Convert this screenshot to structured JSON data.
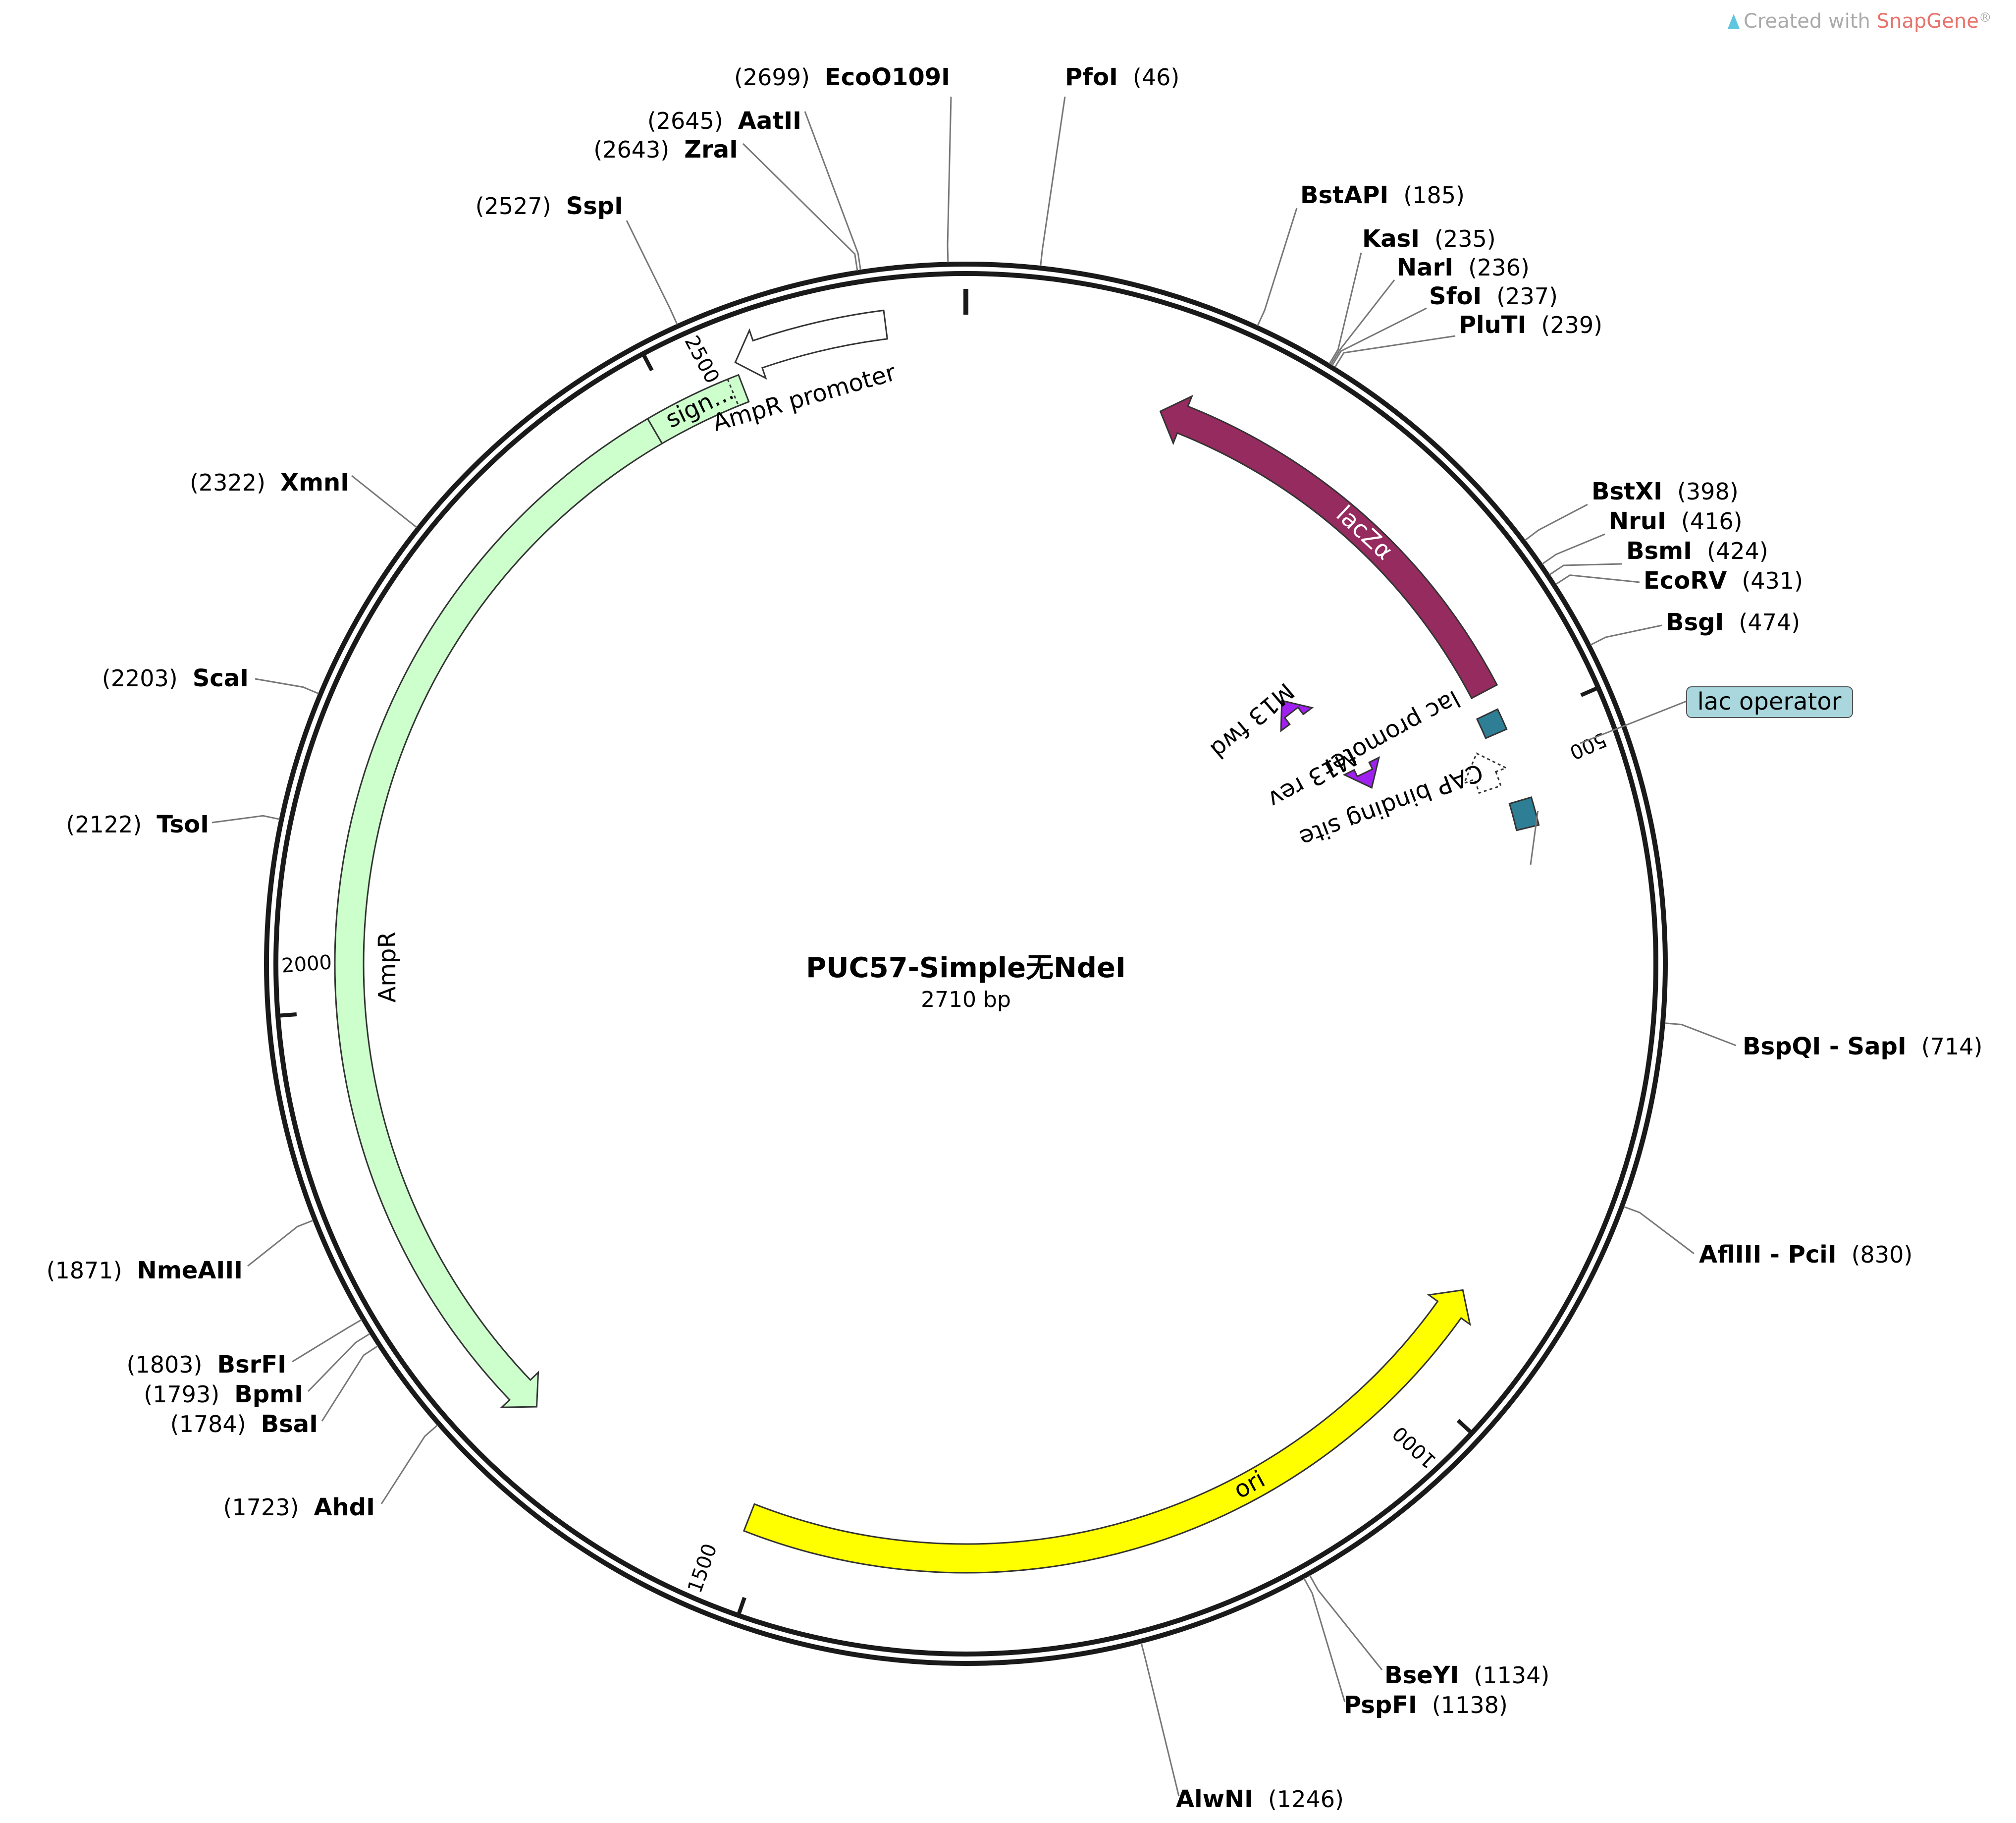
{
  "plasmid": {
    "name": "PUC57-Simple无NdeI",
    "length_label": "2710 bp",
    "length_bp": 2710
  },
  "watermark": {
    "prefix": "Created with ",
    "brand": "SnapGene",
    "mark": "®"
  },
  "ticks": [
    {
      "bp": 500,
      "label": "500"
    },
    {
      "bp": 1000,
      "label": "1000"
    },
    {
      "bp": 1500,
      "label": "1500"
    },
    {
      "bp": 2000,
      "label": "2000"
    },
    {
      "bp": 2500,
      "label": "2500"
    }
  ],
  "sites": [
    {
      "name": "EcoO109I",
      "pos": "(2699)",
      "bp": 2699,
      "side": "left"
    },
    {
      "name": "AatII",
      "pos": "(2645)",
      "bp": 2645,
      "side": "left"
    },
    {
      "name": "ZraI",
      "pos": "(2643)",
      "bp": 2643,
      "side": "left"
    },
    {
      "name": "SspI",
      "pos": "(2527)",
      "bp": 2527,
      "side": "left"
    },
    {
      "name": "XmnI",
      "pos": "(2322)",
      "bp": 2322,
      "side": "left"
    },
    {
      "name": "ScaI",
      "pos": "(2203)",
      "bp": 2203,
      "side": "left"
    },
    {
      "name": "TsoI",
      "pos": "(2122)",
      "bp": 2122,
      "side": "left"
    },
    {
      "name": "NmeAIII",
      "pos": "(1871)",
      "bp": 1871,
      "side": "left"
    },
    {
      "name": "BsrFI",
      "pos": "(1803)",
      "bp": 1803,
      "side": "left"
    },
    {
      "name": "BpmI",
      "pos": "(1793)",
      "bp": 1793,
      "side": "left"
    },
    {
      "name": "BsaI",
      "pos": "(1784)",
      "bp": 1784,
      "side": "left"
    },
    {
      "name": "AhdI",
      "pos": "(1723)",
      "bp": 1723,
      "side": "left"
    },
    {
      "name": "PfoI",
      "pos": "(46)",
      "bp": 46,
      "side": "right"
    },
    {
      "name": "BstAPI",
      "pos": "(185)",
      "bp": 185,
      "side": "right"
    },
    {
      "name": "KasI",
      "pos": "(235)",
      "bp": 235,
      "side": "right"
    },
    {
      "name": "NarI",
      "pos": "(236)",
      "bp": 236,
      "side": "right"
    },
    {
      "name": "SfoI",
      "pos": "(237)",
      "bp": 237,
      "side": "right"
    },
    {
      "name": "PluTI",
      "pos": "(239)",
      "bp": 239,
      "side": "right"
    },
    {
      "name": "BstXI",
      "pos": "(398)",
      "bp": 398,
      "side": "right"
    },
    {
      "name": "NruI",
      "pos": "(416)",
      "bp": 416,
      "side": "right"
    },
    {
      "name": "BsmI",
      "pos": "(424)",
      "bp": 424,
      "side": "right"
    },
    {
      "name": "EcoRV",
      "pos": "(431)",
      "bp": 431,
      "side": "right"
    },
    {
      "name": "BsgI",
      "pos": "(474)",
      "bp": 474,
      "side": "right"
    },
    {
      "name": "BspQI - SapI",
      "pos": "(714)",
      "bp": 714,
      "side": "right"
    },
    {
      "name": "AflIII - PciI",
      "pos": "(830)",
      "bp": 830,
      "side": "right"
    },
    {
      "name": "BseYI",
      "pos": "(1134)",
      "bp": 1134,
      "side": "right"
    },
    {
      "name": "PspFI",
      "pos": "(1138)",
      "bp": 1138,
      "side": "right"
    },
    {
      "name": "AlwNI",
      "pos": "(1246)",
      "bp": 1246,
      "side": "right"
    }
  ],
  "features": [
    {
      "name": "lacZα",
      "start": 146,
      "end": 469,
      "direction": "reverse",
      "color": "#962b5f",
      "text_color": "#ffffff"
    },
    {
      "name": "ori",
      "start": 928,
      "end": 1516,
      "direction": "reverse",
      "color": "#ffff00",
      "text_color": "#000000"
    },
    {
      "name": "AmpR",
      "start": 1687,
      "end": 2482,
      "direction": "reverse",
      "color": "#ccffcc",
      "text_color": "#000000"
    },
    {
      "name": "sign...",
      "start": 2482,
      "end": 2551,
      "direction": "none",
      "color": "#ccffcc",
      "text_color": "#000000"
    },
    {
      "name": "AmpR promoter",
      "start": 2552,
      "end": 2656,
      "direction": "reverse",
      "color": "#ffffff",
      "text_color": "#000000"
    },
    {
      "name": "lac operator",
      "start": 485,
      "end": 501,
      "direction": "none",
      "color": "#2e7f96",
      "text_color": "#000000"
    },
    {
      "name": "lac promoter",
      "start": 509,
      "end": 539,
      "direction": "reverse",
      "color": "#ffffff",
      "text_color": "#000000"
    },
    {
      "name": "CAP binding site",
      "start": 554,
      "end": 575,
      "direction": "none",
      "color": "#2e7f96",
      "text_color": "#000000"
    },
    {
      "name": "M13 fwd",
      "start": 378,
      "end": 394,
      "direction": "reverse",
      "color": "#a020f0",
      "text_color": "#000000"
    },
    {
      "name": "M13 rev",
      "start": 485,
      "end": 501,
      "direction": "forward",
      "color": "#a020f0",
      "text_color": "#000000"
    }
  ],
  "colors": {
    "backbone": "#1a1a1a",
    "leader_line": "#777777",
    "lac_operator_tag": "#a9d7dd",
    "brand": "#e8736c",
    "watermark_text": "#aaaaaa",
    "logo": "#5fc6df"
  }
}
